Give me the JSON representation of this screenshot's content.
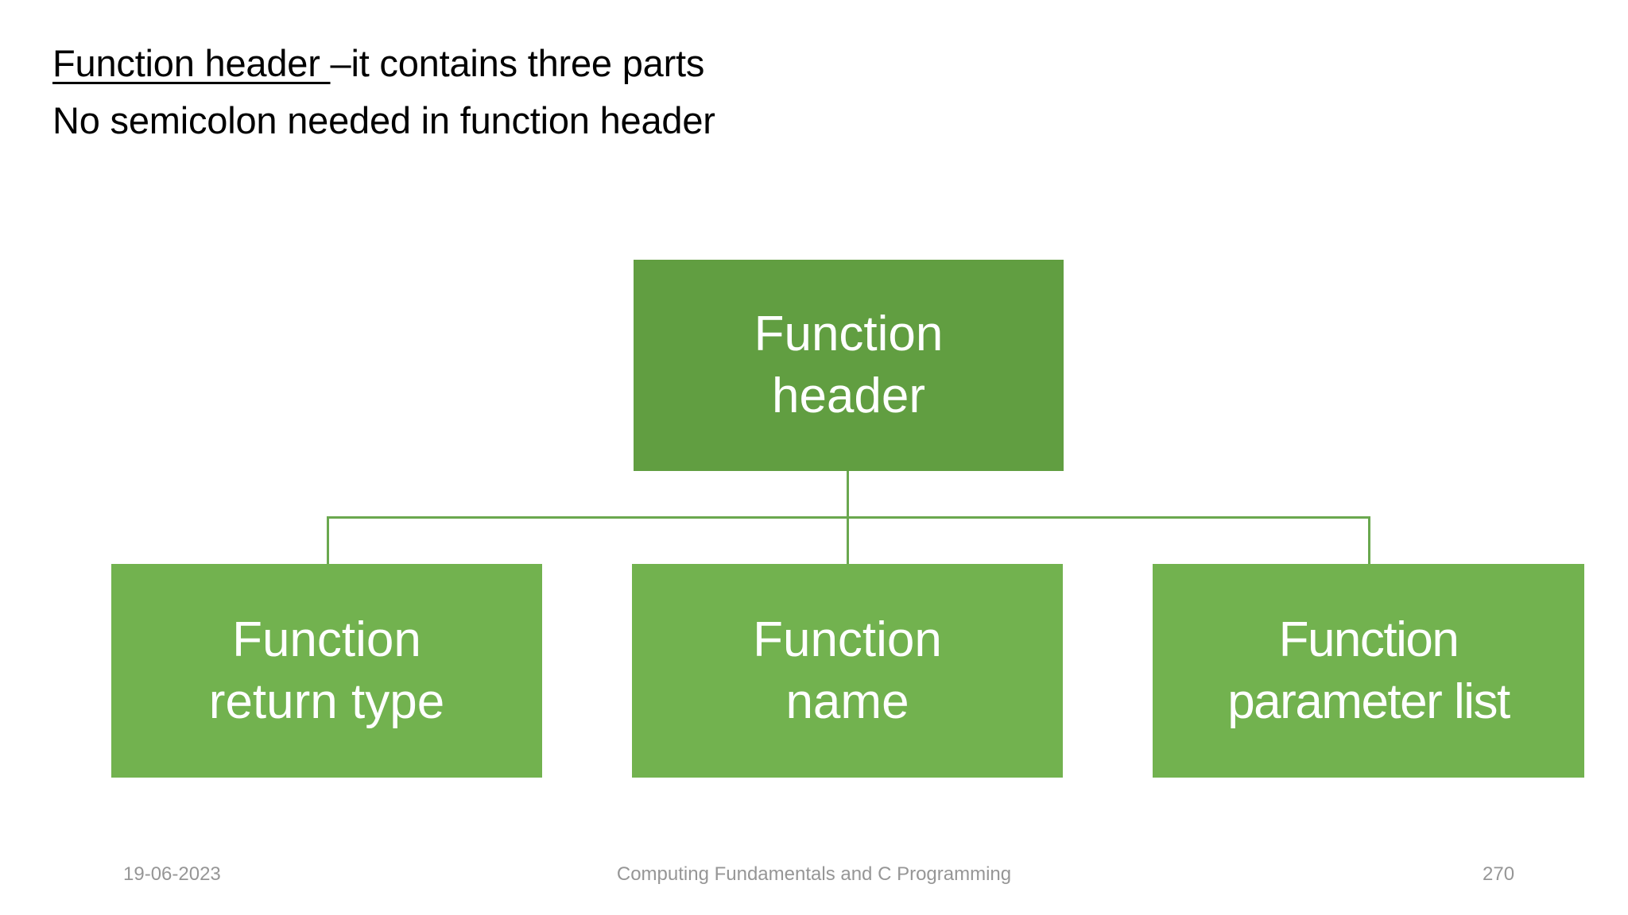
{
  "slide": {
    "background_color": "#ffffff",
    "heading": {
      "line1_underlined": "Function header ",
      "line1_rest": "–it contains three parts",
      "line2": "No semicolon needed in function header"
    },
    "diagram": {
      "type": "hierarchy",
      "colors": {
        "parent_fill": "#619e41",
        "child_fill": "#72b24f",
        "connector": "#6aa84f",
        "node_text": "#ffffff"
      },
      "parent": {
        "label": "Function\nheader"
      },
      "children": [
        {
          "label": "Function\nreturn type"
        },
        {
          "label": "Function\nname"
        },
        {
          "label": "Function\nparameter list"
        }
      ]
    },
    "footer": {
      "date": "19-06-2023",
      "course": "Computing Fundamentals and C Programming",
      "page_number": "270"
    }
  }
}
